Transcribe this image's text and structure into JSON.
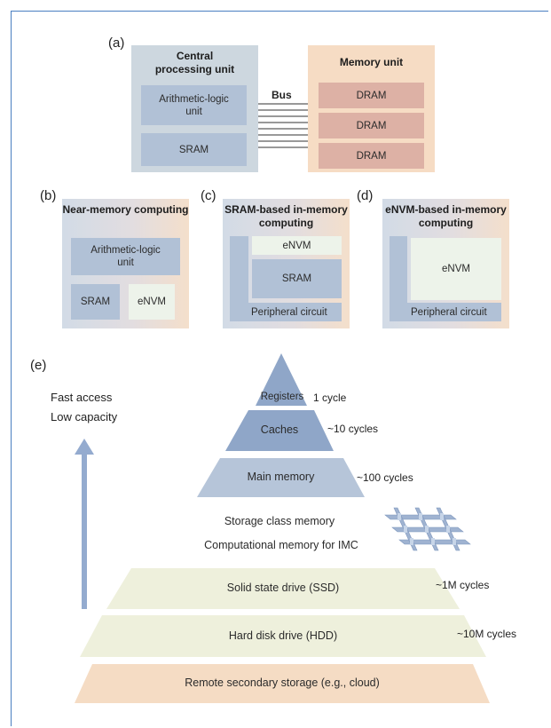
{
  "panel_a": {
    "letter": "(a)",
    "cpu_title": "Central processing unit",
    "alu": "Arithmetic-logic unit",
    "sram": "SRAM",
    "bus": "Bus",
    "memory_title": "Memory unit",
    "dram": [
      "DRAM",
      "DRAM",
      "DRAM"
    ],
    "colors": {
      "cpu_bg": "#cdd7df",
      "block_blue": "#b1c1d6",
      "memory_bg": "#f6dcc4",
      "dram": "#ddb1a5"
    }
  },
  "panel_b": {
    "letter": "(b)",
    "title": "Near-memory computing",
    "alu": "Arithmetic-logic unit",
    "sram": "SRAM",
    "envm": "eNVM"
  },
  "panel_c": {
    "letter": "(c)",
    "title": "SRAM-based in-memory computing",
    "envm": "eNVM",
    "sram": "SRAM",
    "peripheral": "Peripheral circuit"
  },
  "panel_d": {
    "letter": "(d)",
    "title": "eNVM-based in-memory computing",
    "envm": "eNVM",
    "peripheral": "Peripheral circuit"
  },
  "panel_e": {
    "letter": "(e)",
    "arrow_label_1": "Fast access",
    "arrow_label_2": "Low capacity",
    "tiers": [
      {
        "name": "Registers",
        "latency": "1 cycle"
      },
      {
        "name": "Caches",
        "latency": "~10 cycles"
      },
      {
        "name": "Main memory",
        "latency": "~100 cycles"
      },
      {
        "name": "Solid state drive (SSD)",
        "latency": "~1M cycles"
      },
      {
        "name": "Hard disk drive (HDD)",
        "latency": "~10M cycles"
      },
      {
        "name": "Remote secondary storage (e.g., cloud)",
        "latency": ""
      }
    ],
    "scm_line_1": "Storage class memory",
    "scm_line_2": "Computational memory for IMC",
    "colors": {
      "top_tiers": "#8fa6c8",
      "main_memory": "#b6c5d9",
      "storage_tiers": "#eef0dc",
      "remote": "#f5dcc4",
      "arrow": "#94abcf"
    }
  }
}
